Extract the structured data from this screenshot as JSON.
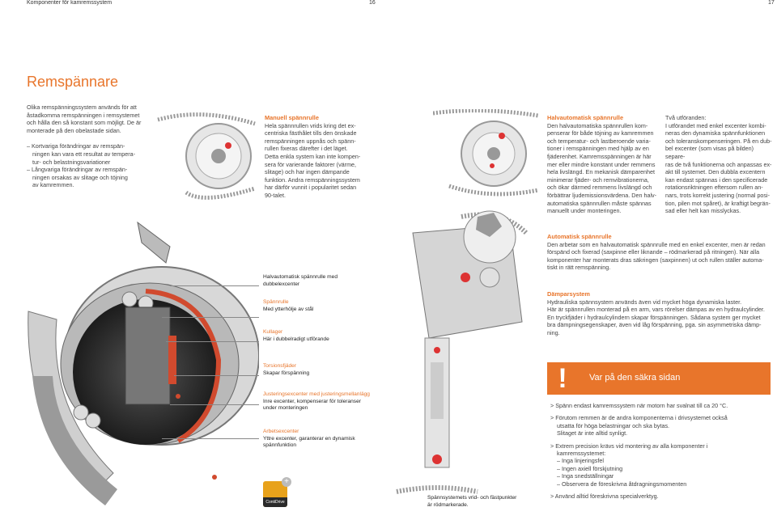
{
  "header": {
    "section": "Komponenter för kamremssystem",
    "page_left": "16",
    "page_right": "17"
  },
  "title": "Remspännare",
  "intro": {
    "paragraph": "Olika remspänningssystem används för att åstadkomma remspänningen i remsystemet och hålla den så konstant som möjligt. De är monterade på den obelastade sidan.",
    "bullets": [
      "– Kortvariga förändringar av remspän-",
      "ningen kan vara ett resultat av tempera-",
      "tur- och belastningsvariationer",
      "– Långvariga förändringar av remspän-",
      "ningen orsakas av slitage och töjning",
      "av kamremmen."
    ]
  },
  "manual": {
    "heading": "Manuell spännrulle",
    "lines": [
      "Hela spännrullen vrids kring det ex-",
      "centriska fästhålet tills den önskade",
      "remspänningen uppnås och spänn-",
      "rullen fixeras därefter i det läget.",
      "Detta enkla system kan inte kompen-",
      "sera för varierande faktorer (värme,",
      "slitage) och har ingen dämpande",
      "funktion. Andra remspänningssystem",
      "har därför vunnit i popularitet sedan",
      "90-talet."
    ]
  },
  "semi": {
    "heading": "Halvautomatisk spännrulle",
    "lines": [
      "Den halvautomatiska spännrullen kom-",
      "penserar för både töjning av kamremmen",
      "och temperatur- och lastberoende varia-",
      "tioner i remspänningen med hjälp av en",
      "fjäderenhet. Kamremsspänningen är här",
      "mer eller mindre konstant under remmens",
      "hela livslängd. En mekanisk dämparenhet",
      "minimerar fjäder- och remvibrationerna,",
      "och ökar därmed remmens livslängd och",
      "förbättrar ljudemissionsvärdena. Den halv-",
      "automatiska spännrullen måste spännas",
      "manuellt under monteringen."
    ]
  },
  "two": {
    "lines": [
      "Två utföranden:",
      "I utförandet med enkel excenter kombi-",
      "neras den dynamiska spännfunktionen",
      "och toleranskompenseringen. På en dub-",
      "bel excenter (som visas på bilden) separe-",
      "ras de två funktionerna och anpassas ex-",
      "akt till systemet. Den dubbla excentern",
      "kan endast spännas i den specificerade",
      "rotationsriktningen eftersom rullen an-",
      "nars, trots korrekt justering (normal posi-",
      "tion, pilen mot spåret), är kraftigt begrän-",
      "sad eller helt kan misslyckas."
    ]
  },
  "auto": {
    "heading": "Automatisk spännrulle",
    "lines": [
      "Den arbetar som en halvautomatisk spännrulle med en enkel excenter, men är redan",
      "förspänd och fixerad (saxpinne eller liknande – rödmarkerad på ritningen). När alla",
      "komponenter har monterats dras säkringen (saxpinnen) ut och rullen ställer automa-",
      "tiskt in rätt remspänning."
    ]
  },
  "damper": {
    "heading": "Dämparsystem",
    "lines": [
      "Hydrauliska spännsystem används även vid mycket höga dynamiska laster.",
      "Här är spännrullen monterad på en arm, vars rörelser dämpas av en hydraulcylinder.",
      "En tryckfjäder i hydraulcylindern skapar förspänningen. Sådana system ger mycket",
      "bra dämpningsegenskaper, även vid låg förspänning, pga. sin asymmetriska dämp-",
      "ning."
    ]
  },
  "labels": [
    {
      "title": "Halvautomatisk spännrulle med",
      "title2": "dubbelexcenter",
      "orange": "",
      "desc": "",
      "desc2": ""
    },
    {
      "title": "",
      "title2": "",
      "orange": "Spännrulle",
      "desc": "Med ytterhölje av stål",
      "desc2": ""
    },
    {
      "title": "",
      "title2": "",
      "orange": "Kullager",
      "desc": "Här i dubbelradigt utförande",
      "desc2": ""
    },
    {
      "title": "",
      "title2": "",
      "orange": "Torsionsfjäder",
      "desc": "Skapar förspänning",
      "desc2": ""
    },
    {
      "title": "",
      "title2": "",
      "orange": "Justeringsexcenter med justeringsmellanlägg",
      "desc": "Inre excenter, kompenserar för toleranser",
      "desc2": "under monteringen"
    },
    {
      "title": "",
      "title2": "",
      "orange": "Arbetsexcenter",
      "desc": "Yttre excenter, garanterar en dynamisk",
      "desc2": "spännfunktion"
    }
  ],
  "caption": {
    "line1": "Spännsystemets vrid- och fästpunkter",
    "line2": "är rödmarkerade."
  },
  "logo": {
    "text": "ContiDrive",
    "plus": "+"
  },
  "warning": {
    "mark": "!",
    "title": "Var på den säkra sidan",
    "items": [
      {
        "lines": [
          "> Spänn endast kamremssystem när motorn har svalnat till ca 20 °C."
        ]
      },
      {
        "lines": [
          "> Förutom remmen är de andra komponenterna i drivsystemet också",
          "utsatta för höga belastningar och ska bytas.",
          "Slitaget är inte alltid synligt."
        ]
      },
      {
        "lines": [
          "> Extrem precision krävs vid montering av alla komponenter i",
          "kamremssystemet:",
          "– Inga linjeringsfel",
          "– Ingen axiell förskjutning",
          "– Inga snedställningar",
          "– Observera de föreskrivna åtdragningsmomenten"
        ]
      },
      {
        "lines": [
          "> Använd alltid föreskrivna specialverktyg."
        ]
      }
    ]
  },
  "colors": {
    "accent": "#e8752b",
    "header_bar": "#e8752b",
    "text": "#444444"
  }
}
